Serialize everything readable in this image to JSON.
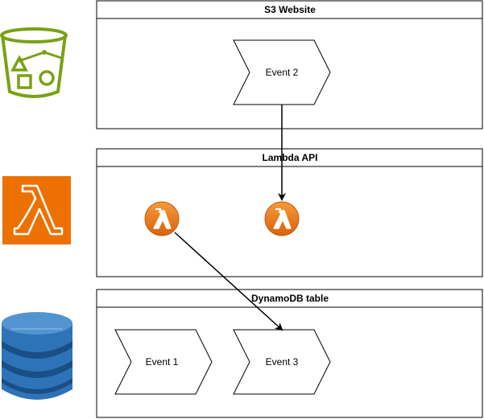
{
  "containers": [
    {
      "id": "s3",
      "title": "S3 Website"
    },
    {
      "id": "lambda",
      "title": "Lambda API"
    },
    {
      "id": "dynamodb",
      "title": "DynamoDB table"
    }
  ],
  "events": [
    {
      "id": "event-2",
      "label": "Event 2"
    },
    {
      "id": "event-1",
      "label": "Event 1"
    },
    {
      "id": "event-3",
      "label": "Event 3"
    }
  ],
  "icons": {
    "s3": {
      "name": "s3-bucket-icon",
      "color": "#7AA116"
    },
    "lambda": {
      "name": "aws-lambda-icon",
      "color": "#ED7100"
    },
    "dynamodb": {
      "name": "dynamodb-icon",
      "color": "#2E73B8"
    },
    "lambda_function": {
      "name": "lambda-function-icon",
      "color": "#E8731E"
    }
  },
  "colors": {
    "stroke": "#000000",
    "fill": "#ffffff"
  }
}
